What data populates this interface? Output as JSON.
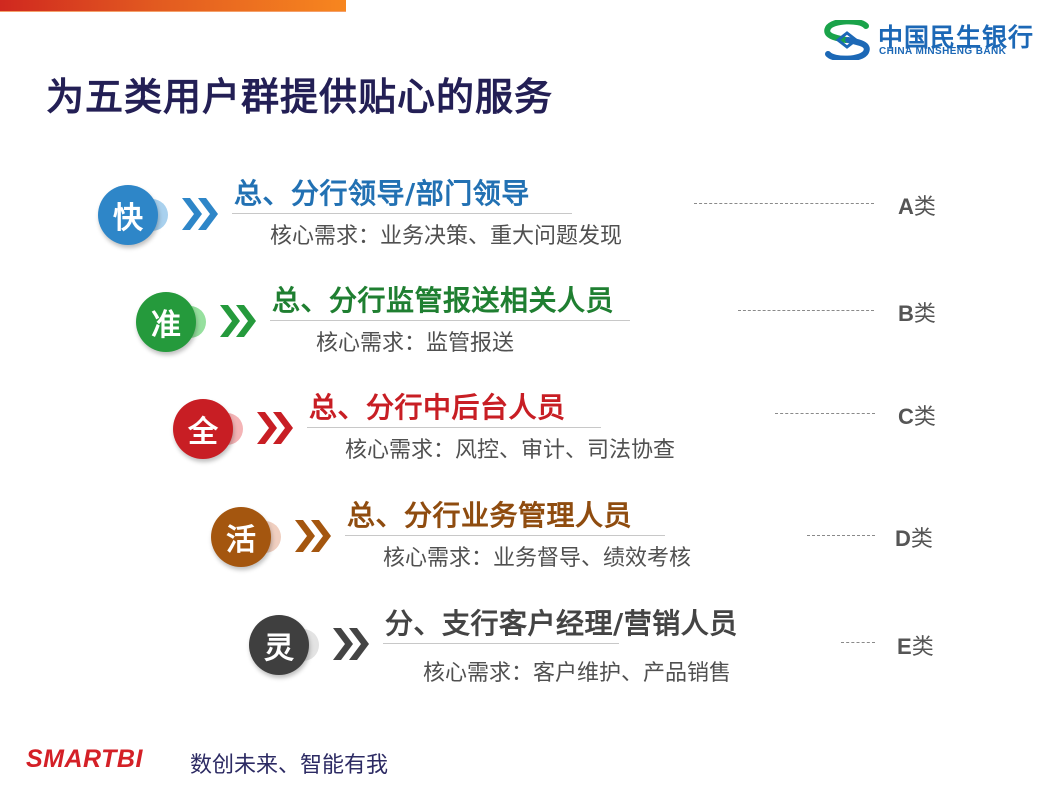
{
  "header": {
    "title": "为五类用户群提供贴心的服务",
    "logo": {
      "cn": "中国民生银行",
      "en": "CHINA MINSHENG BANK",
      "icon": "minsheng-logo-icon"
    }
  },
  "rows": [
    {
      "badge": "快",
      "title": "总、分行领导/部门领导",
      "desc": "核心需求：业务决策、重大问题发现",
      "class_letter": "A",
      "class_suffix": "类",
      "color": "#2e86c8",
      "ghost_color": "#a9d1ee",
      "icon": "double-chevron-right-icon"
    },
    {
      "badge": "准",
      "title": "总、分行监管报送相关人员",
      "desc": "核心需求：监管报送",
      "class_letter": "B",
      "class_suffix": "类",
      "color": "#259a3c",
      "ghost_color": "#96e09e",
      "icon": "double-chevron-right-icon"
    },
    {
      "badge": "全",
      "title": "总、分行中后台人员",
      "desc": "核心需求：风控、审计、司法协查",
      "class_letter": "C",
      "class_suffix": "类",
      "color": "#c81e24",
      "ghost_color": "#f4b4b6",
      "icon": "double-chevron-right-icon"
    },
    {
      "badge": "活",
      "title": "总、分行业务管理人员",
      "desc": "核心需求：业务督导、绩效考核",
      "class_letter": "D",
      "class_suffix": "类",
      "color": "#a4560f",
      "ghost_color": "#f0cfc0",
      "icon": "double-chevron-right-icon"
    },
    {
      "badge": "灵",
      "title": "分、支行客户经理/营销人员",
      "desc": "核心需求：客户维护、产品销售",
      "class_letter": "E",
      "class_suffix": "类",
      "color": "#3f3f3f",
      "ghost_color": "#e3e3e3",
      "icon": "double-chevron-right-icon"
    }
  ],
  "footer": {
    "brand": "SMARTBI",
    "slogan": "数创未来、智能有我"
  }
}
